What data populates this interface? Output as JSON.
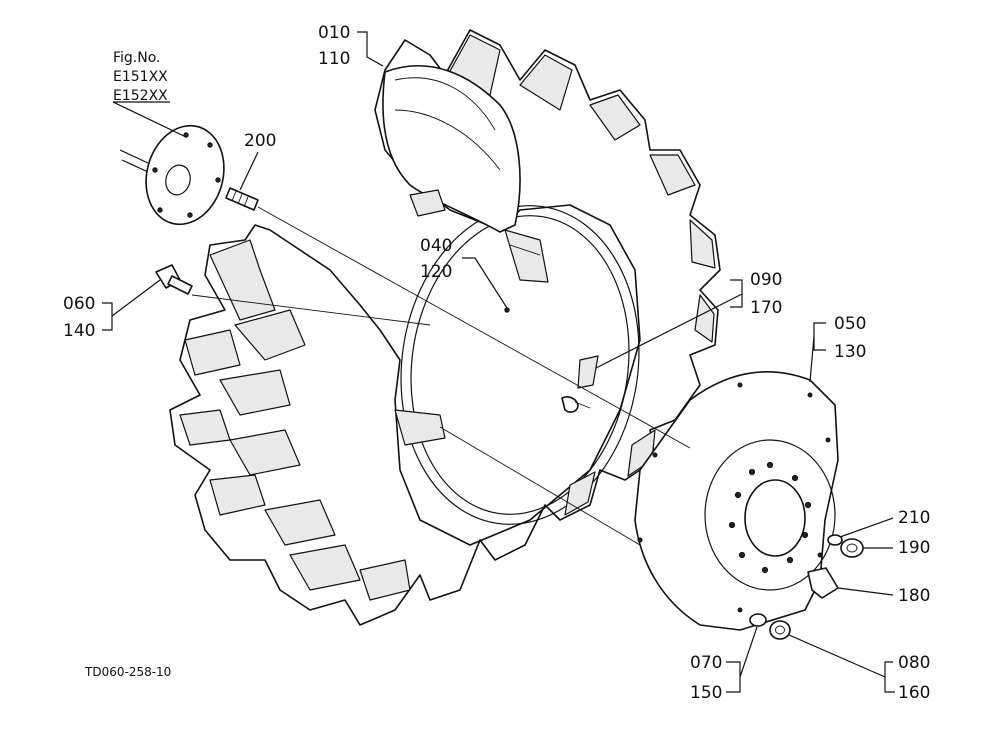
{
  "figure": {
    "fig_no_label": "Fig.No.",
    "fig_numbers": [
      "E151XX",
      "E152XX"
    ],
    "drawing_code": "TD060-258-10"
  },
  "callouts": [
    {
      "id": "c010",
      "top": "010",
      "bottom": "110"
    },
    {
      "id": "c200",
      "top": "200"
    },
    {
      "id": "c040",
      "top": "040",
      "bottom": "120"
    },
    {
      "id": "c060",
      "top": "060",
      "bottom": "140"
    },
    {
      "id": "c090",
      "top": "090",
      "bottom": "170"
    },
    {
      "id": "c050",
      "top": "050",
      "bottom": "130"
    },
    {
      "id": "c210",
      "top": "210"
    },
    {
      "id": "c190",
      "top": "190"
    },
    {
      "id": "c180",
      "top": "180"
    },
    {
      "id": "c070",
      "top": "070",
      "bottom": "150"
    },
    {
      "id": "c080",
      "top": "080",
      "bottom": "160"
    }
  ]
}
